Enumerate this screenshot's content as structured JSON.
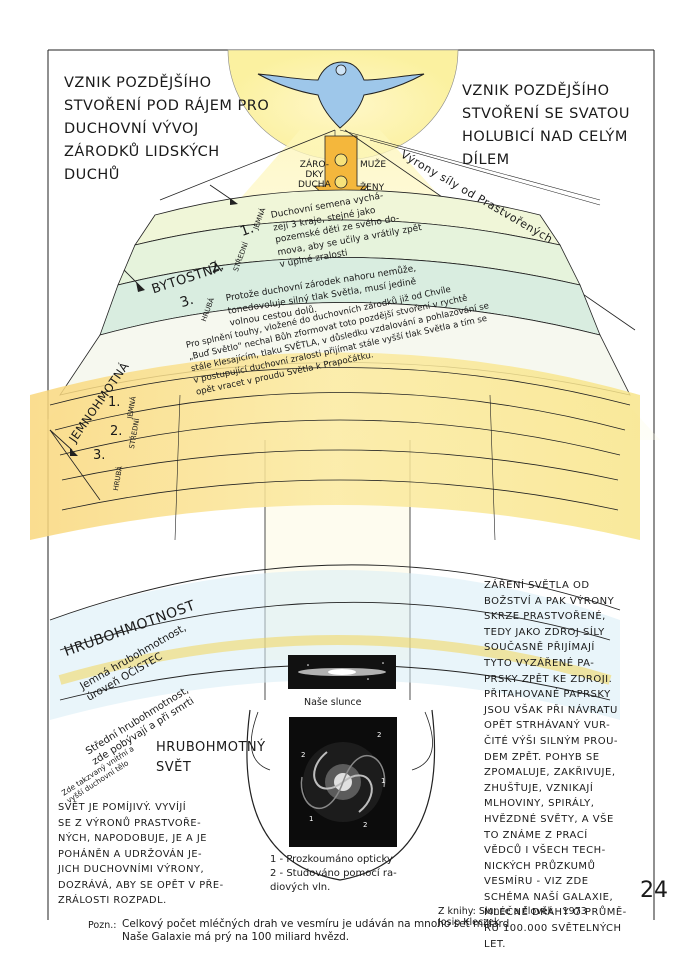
{
  "titles": {
    "left": "VZNIK POZDĚJŠÍHO\nSTVOŘENÍ POD RÁJEM PRO\nDUCHOVNÍ VÝVOJ\nZÁRODKŮ LIDSKÝCH\nDUCHŮ",
    "right": "VZNIK POZDĚJŠÍHO\nSTVOŘENÍ SE SVATOU\nHOLUBICÍ NAD CELÝM\nDÍLEM"
  },
  "dove_labels": {
    "zarodky": "ZÁRO-\nDKY\nDUCHA",
    "muze": "MUŽE",
    "zeny": "ŽENY"
  },
  "vyrony_label": "Výrony síly od Prastvořených",
  "spiritual": {
    "bytostna": "BYTOSTNÁ",
    "layer1_num": "1.",
    "layer1_name": "JEMNÁ",
    "layer2_num": "2.",
    "layer2_name": "STŘEDNÍ",
    "layer3_num": "3.",
    "layer3_name": "HRUBÁ",
    "text1": "Duchovní semena vychá-\nzejí 3 kraje, stejné jako\npozemské děti ze svého do-\nmova, aby se učily a vrátily zpět\nv úplné zralosti",
    "text3": "Protože duchovní zárodek nahoru nemůže,\ntonedovoluje silný tlak Světla, musí jedině\nvolnou cestou dolů.",
    "text_big": "Pro splnění touhy, vložené do duchovních zárodků již od Chvíle\n„Buď Světlo\" nechal Bůh zformovat toto pozdější stvoření v rychtě\nstále klesajícím, tlaku SVĚTLA, v důsledku vzdalování a pohlazování se\nv postupující duchovní zralosti přijímat stále vyšší tlak Světla a tím se\nopět vracet v proudu Světla k Prapočátku."
  },
  "jemnohmotna": {
    "label": "JEMNOHMOTNÁ",
    "n1": "1.",
    "n1_name": "JEMNÁ",
    "n2": "2.",
    "n2_name": "STŘEDNÍ",
    "n3": "3.",
    "n3_name": "HRUBÁ"
  },
  "hrubohmotnost": {
    "label": "HRUBOHMOTNOST",
    "jemna": "Jemná hrubohmotnost,\núroveň OČISTEC",
    "stredni": "Střední hrubohmotnost,\nzde pobývají a při smrti",
    "zde": "Zde takzvaný vnitřní a\nvyšší duchovní tělo"
  },
  "hrubohmotny_svet": "HRUBOHMOTNÝ\nSVĚT",
  "photos": {
    "caption1": "Naše slunce",
    "caption2": "1 - Prozkoumáno opticky\n2 - Studováno pomocí ra-\ndiových vln."
  },
  "body_right": "ZÁŘENÍ SVĚTLA OD\nBOŽSTVÍ A PAK VÝRONY\nSKRZE PRASTVOŘENÉ,\nTEDY JAKO ZDROJ SÍLY\nSOUČASNĚ PŘIJÍMAJÍ\nTYTO VYZÁŘENÉ PA-\nPRSKY ZPĚT KE ZDROJI.\nPŘITAHOVANÉ PAPRSKY\nJSOU VŠAK PŘI NÁVRATU\nOPĚT STRHÁVANÝ VUR-\nČITÉ VÝŠI SILNÝM PROU-\nDEM ZPĚT. POHYB SE\nZPOMALUJE, ZAKŘIVUJE,\nZHUŠŤUJE, VZNIKAJÍ\nMLHOVINY, SPIRÁLY,\nHVĚZDNÉ SVĚTY, A VŠE\nTO ZNÁME Z PRACÍ\nVĚDCŮ I VŠECH TECH-\nNICKÝCH PRŮZKUMŮ\nVESMÍRU - VIZ ZDE\nSCHÉMA NAŠÍ GALAXIE,\nMLÉČNÉ DRÁHY O PRŮMĚ-\nRU 100.000 SVĚTELNÝCH LET.",
  "body_left": "SVĚT JE POMÍJIVÝ. VYVÍJÍ\nSE Z VÝRONŮ PRASTVOŘE-\nNÝCH, NAPODOBUJE, JE A JE\nPOHÁNĚN A UDRŽOVÁN JE-\nJICH DUCHOVNÍMI VÝRONY,\nDOZRÁVÁ, ABY SE OPĚT V PŘE-\nZRÁLOSTI ROZPADL.",
  "source": "Z knihy: Slunce a člověk - 1973\nJosip Kleczek",
  "note_prefix": "Pozn.:",
  "note": "Celkový počet mléčných drah ve vesmíru je udáván na mnoho set miliard.\nNaše Galaxie má prý na 100 miliard hvězd.",
  "page_number": "24"
}
